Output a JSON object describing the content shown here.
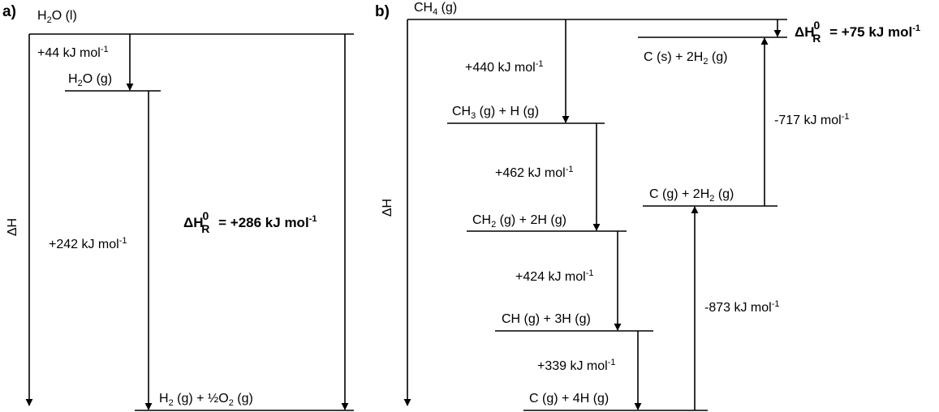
{
  "panel_a": {
    "label": "a)",
    "axis_label": "ΔH",
    "levels": {
      "h2o_l": "H2O (l)",
      "h2o_g": "H2O (g)",
      "products": "H2 (g) + ½O2 (g)"
    },
    "steps": {
      "evaporation": "+44 kJ mol-1",
      "splitting": "+242 kJ mol-1"
    },
    "total": "ΔH0R = +286 kJ mol-1"
  },
  "panel_b": {
    "label": "b)",
    "axis_label": "ΔH",
    "levels": {
      "ch4": "CH4 (g)",
      "ch3": "CH3 (g) + H (g)",
      "ch2": "CH2 (g) + 2H (g)",
      "ch": "CH (g) + 3H (g)",
      "c_4h": "C (g) + 4H (g)",
      "c_2h2": "C (g) + 2H2 (g)",
      "cs_2h2": "C (s) + 2H2 (g)"
    },
    "steps": {
      "s440": "+440 kJ mol-1",
      "s462": "+462 kJ mol-1",
      "s424": "+424 kJ mol-1",
      "s339": "+339 kJ mol-1",
      "s873": "-873 kJ mol-1",
      "s717": "-717 kJ mol-1"
    },
    "total": "ΔH0R = +75 kJ mol-1"
  }
}
